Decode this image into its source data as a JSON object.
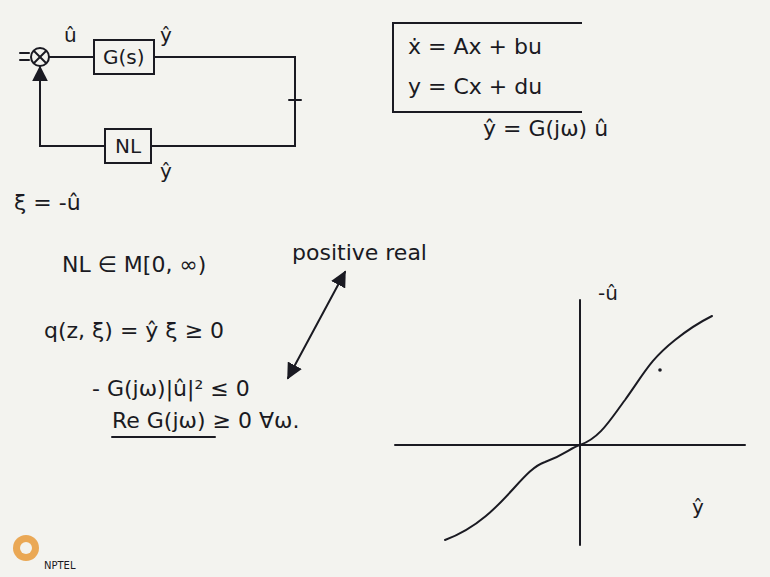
{
  "diagram": {
    "nodes": [
      {
        "text": [
          "G(s)"
        ]
      },
      {
        "text": [
          "NL"
        ]
      },
      {
        "text": [
          "ẋ = Ax + bu",
          "y = Cx + du"
        ]
      }
    ],
    "edges": [
      {
        "from": 0,
        "to": 1,
        "arrow": "none"
      }
    ],
    "labels": [
      "û",
      "ŷ",
      "ŷ",
      "ξ = -û",
      "ŷ = G(jω) û",
      "NL ∈ M[0, ∞)",
      "q(z, ξ) = ŷ ξ ≥ 0",
      "- G(jω)|û|² ≤ 0",
      "Re G(jω) ≥ 0 ∀ω.",
      "positive real",
      "-û",
      "ŷ",
      "NPTEL"
    ]
  }
}
